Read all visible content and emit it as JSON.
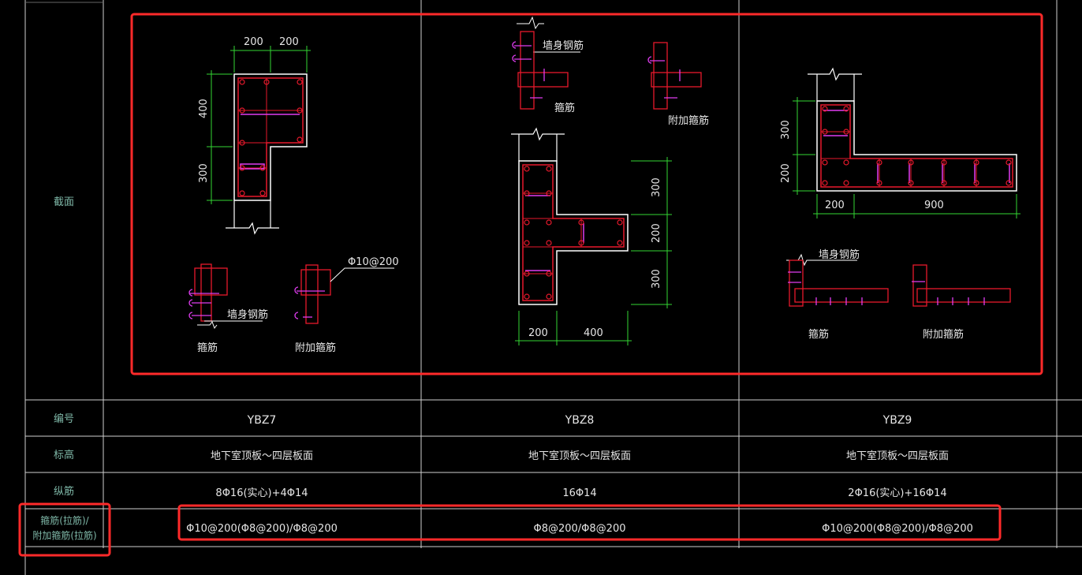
{
  "row_headers": {
    "section": "截面",
    "number": "编号",
    "elevation": "标高",
    "longitudinal": "纵筋",
    "stirrup_line1": "箍筋(拉筋)/",
    "stirrup_line2": "附加箍筋(拉筋)"
  },
  "columns": [
    {
      "id": "YBZ7",
      "elevation": "地下室顶板～四层板面",
      "longitudinal": "8Φ16(实心)+4Φ14",
      "stirrup": "Φ10@200(Φ8@200)/Φ8@200"
    },
    {
      "id": "YBZ8",
      "elevation": "地下室顶板～四层板面",
      "longitudinal": "16Φ14",
      "stirrup": "Φ8@200/Φ8@200"
    },
    {
      "id": "YBZ9",
      "elevation": "地下室顶板～四层板面",
      "longitudinal": "2Φ16(实心)+16Φ14",
      "stirrup": "Φ10@200(Φ8@200)/Φ8@200"
    }
  ],
  "drawings": {
    "ybz7": {
      "dim_top_1": "200",
      "dim_top_2": "200",
      "dim_left_1": "400",
      "dim_left_2": "300",
      "label_wall": "墙身钢筋",
      "label_stirrup": "箍筋",
      "label_extra": "附加箍筋",
      "label_spec": "Φ10@200"
    },
    "ybz8": {
      "label_wall": "墙身钢筋",
      "label_stirrup": "箍筋",
      "label_extra": "附加箍筋",
      "dim_right_1": "300",
      "dim_right_2": "200",
      "dim_right_3": "300",
      "dim_bot_1": "200",
      "dim_bot_2": "400"
    },
    "ybz9": {
      "dim_left_1": "300",
      "dim_left_2": "200",
      "dim_bot_1": "200",
      "dim_bot_2": "900",
      "label_wall": "墙身钢筋",
      "label_stirrup": "箍筋",
      "label_extra": "附加箍筋"
    }
  },
  "colors": {
    "background": "#000000",
    "grid": "#d0d0d0",
    "outline": "#ffffff",
    "rebar": "#e8192c",
    "tie": "#e03cf0",
    "dimension": "#33d633",
    "header_text": "#7fb8a8",
    "highlight": "#ff2a2a"
  }
}
